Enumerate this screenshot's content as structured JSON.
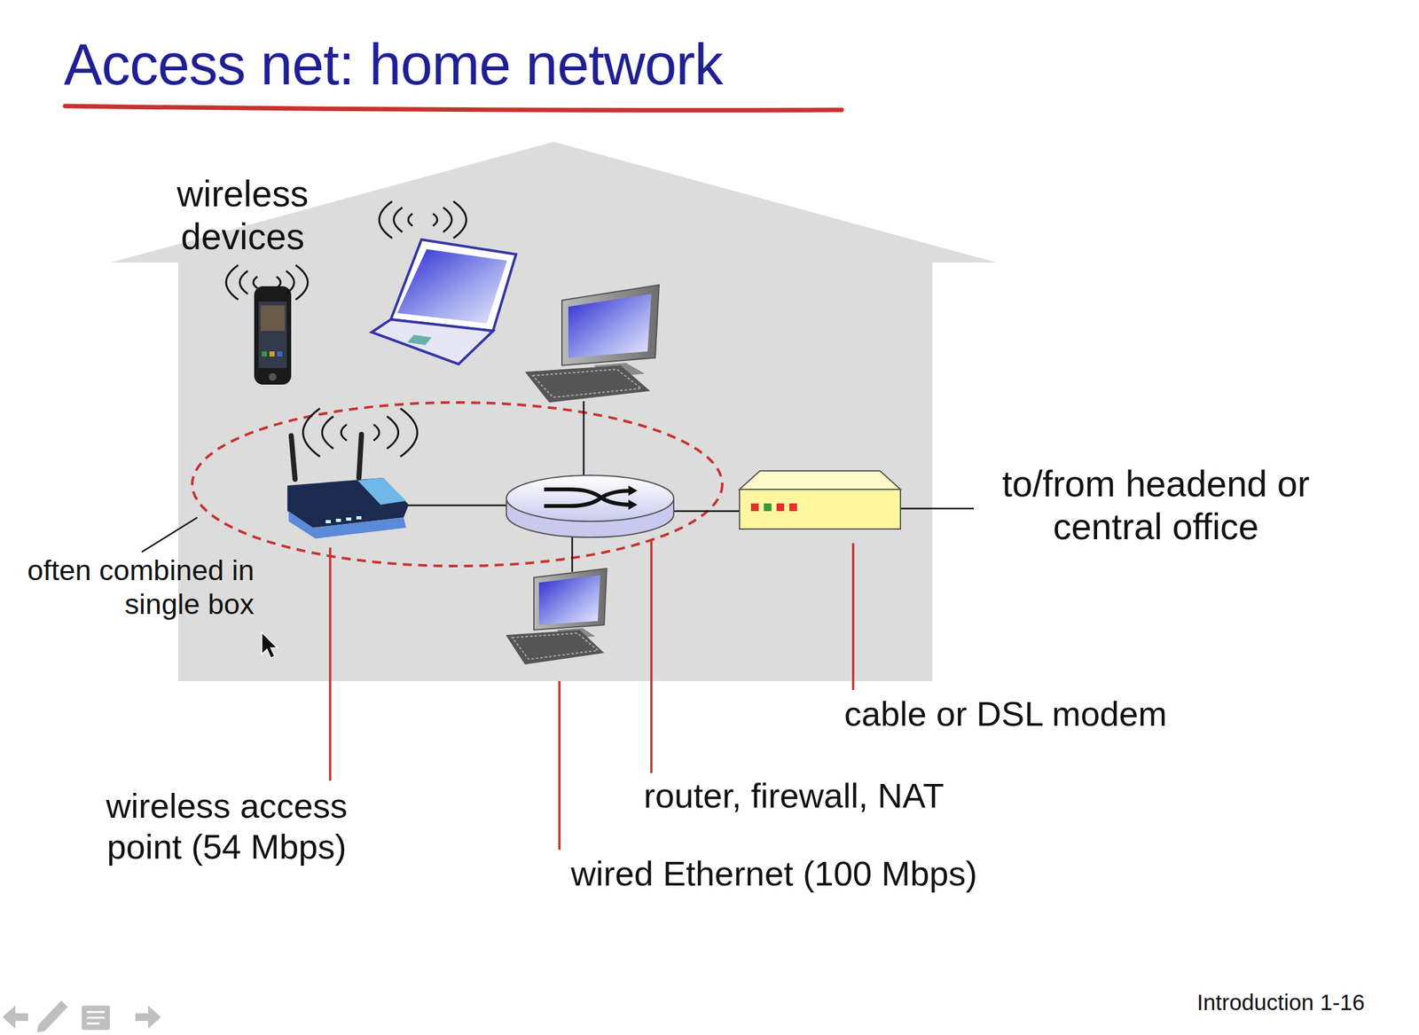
{
  "diagram": {
    "title": "Access net: home network",
    "labels": [
      "wireless devices",
      "often combined in single box",
      "wireless access point (54 Mbps)",
      "router, firewall, NAT",
      "wired Ethernet (100 Mbps)",
      "cable or DSL modem",
      "to/from headend or central office",
      "Introduction 1-16"
    ]
  }
}
